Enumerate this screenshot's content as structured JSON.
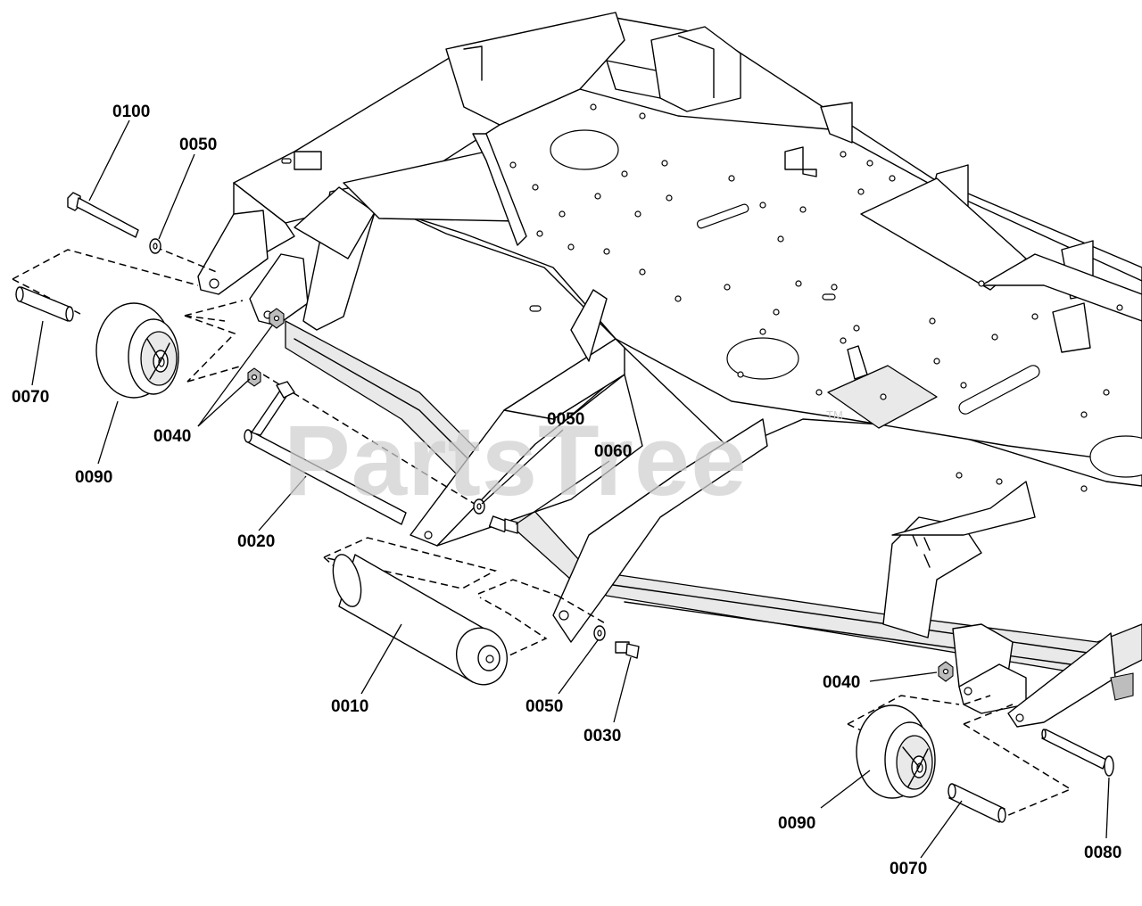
{
  "watermark": {
    "brand": "PartsTree",
    "trademark": "TM"
  },
  "callouts": {
    "c0100": "0100",
    "c0050_top": "0050",
    "c0070_left": "0070",
    "c0090_left": "0090",
    "c0040_left": "0040",
    "c0020": "0020",
    "c0050_mid": "0050",
    "c0060": "0060",
    "c0010": "0010",
    "c0050_low": "0050",
    "c0030": "0030",
    "c0040_right": "0040",
    "c0090_right": "0090",
    "c0070_right": "0070",
    "c0080": "0080"
  }
}
